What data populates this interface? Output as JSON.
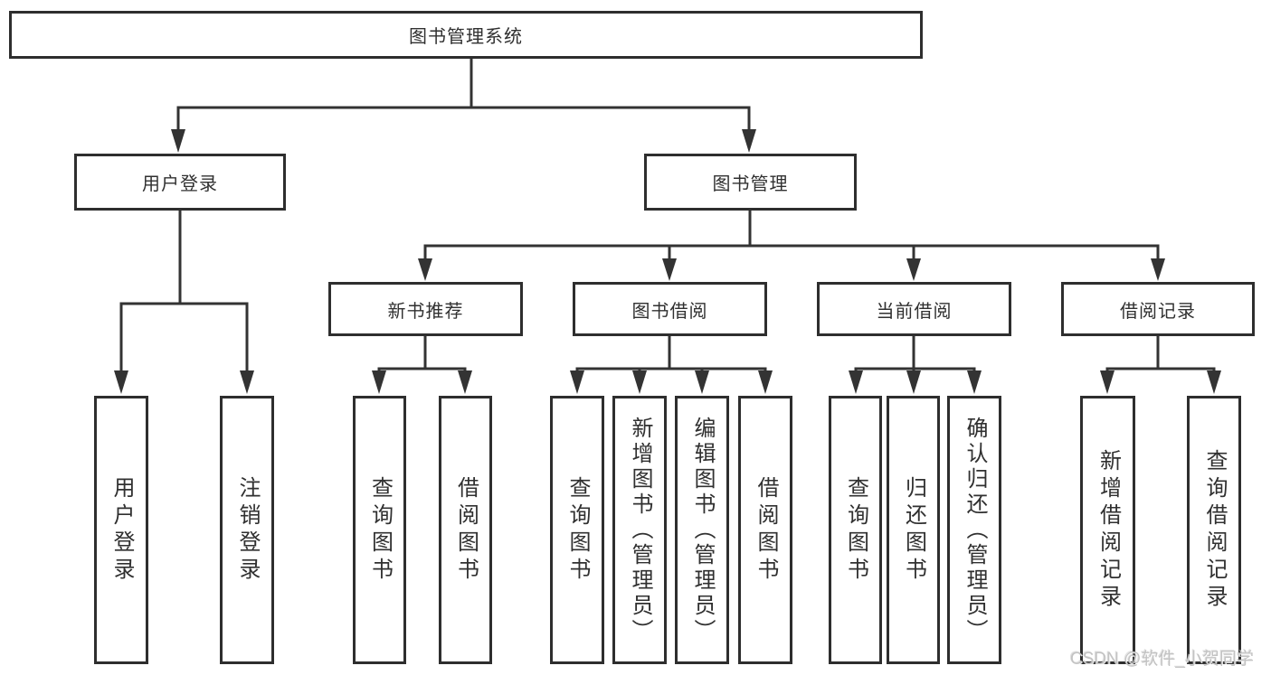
{
  "diagram": {
    "title": "图书管理系统",
    "root": {
      "label": "图书管理系统"
    },
    "level2": [
      {
        "label": "用户登录"
      },
      {
        "label": "图书管理"
      }
    ],
    "level3": [
      {
        "label": "新书推荐",
        "parent": "图书管理"
      },
      {
        "label": "图书借阅",
        "parent": "图书管理"
      },
      {
        "label": "当前借阅",
        "parent": "图书管理"
      },
      {
        "label": "借阅记录",
        "parent": "图书管理"
      }
    ],
    "leaves": [
      {
        "label": "用户登录",
        "parent": "用户登录"
      },
      {
        "label": "注销登录",
        "parent": "用户登录"
      },
      {
        "label": "查询图书",
        "parent": "新书推荐"
      },
      {
        "label": "借阅图书",
        "parent": "新书推荐"
      },
      {
        "label": "查询图书",
        "parent": "图书借阅"
      },
      {
        "label": "新增图书（管理员）",
        "parent": "图书借阅"
      },
      {
        "label": "编辑图书（管理员）",
        "parent": "图书借阅"
      },
      {
        "label": "借阅图书",
        "parent": "图书借阅"
      },
      {
        "label": "查询图书",
        "parent": "当前借阅"
      },
      {
        "label": "归还图书",
        "parent": "当前借阅"
      },
      {
        "label": "确认归还（管理员）",
        "parent": "当前借阅"
      },
      {
        "label": "新增借阅记录",
        "parent": "借阅记录"
      },
      {
        "label": "查询借阅记录",
        "parent": "借阅记录"
      }
    ]
  },
  "watermark": {
    "text": "CSDN @软件_小贺同学"
  },
  "colors": {
    "line": "#333333",
    "box_border": "#2e2e2e",
    "text": "#303030",
    "background": "#ffffff",
    "watermark": "#c3c3c3"
  }
}
